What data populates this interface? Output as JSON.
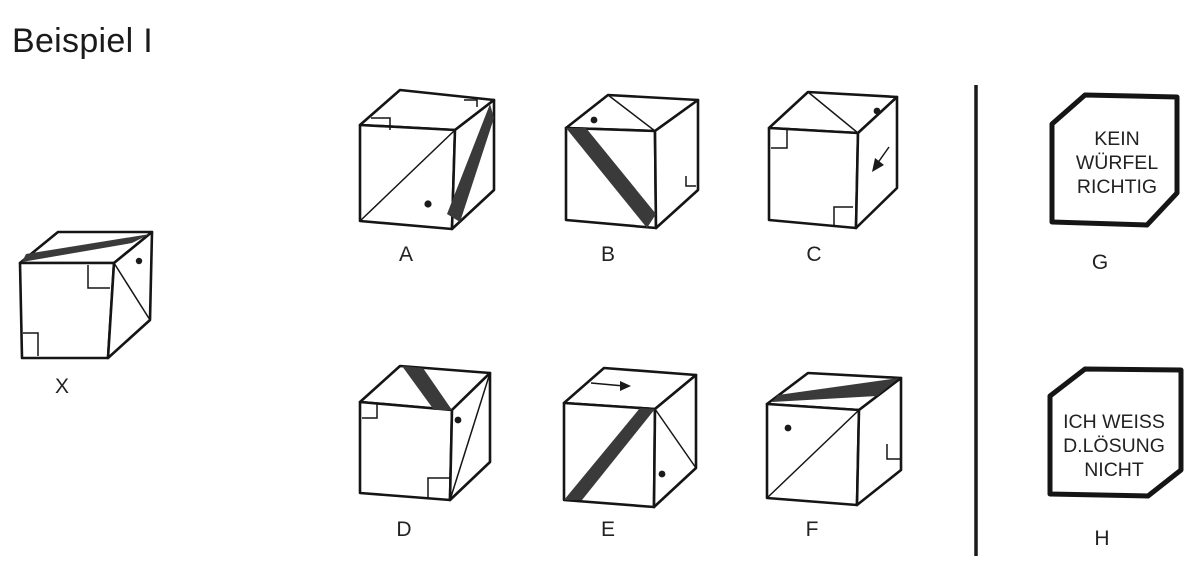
{
  "title": "Beispiel I",
  "cubes": {
    "x": "X",
    "a": "A",
    "b": "B",
    "c": "C",
    "d": "D",
    "e": "E",
    "f": "F"
  },
  "answers": {
    "g": {
      "label": "G",
      "lines": [
        "KEIN",
        "WÜRFEL",
        "RICHTIG"
      ]
    },
    "h": {
      "label": "H",
      "lines": [
        "ICH WEISS",
        "D.LÖSUNG",
        "NICHT"
      ]
    }
  }
}
